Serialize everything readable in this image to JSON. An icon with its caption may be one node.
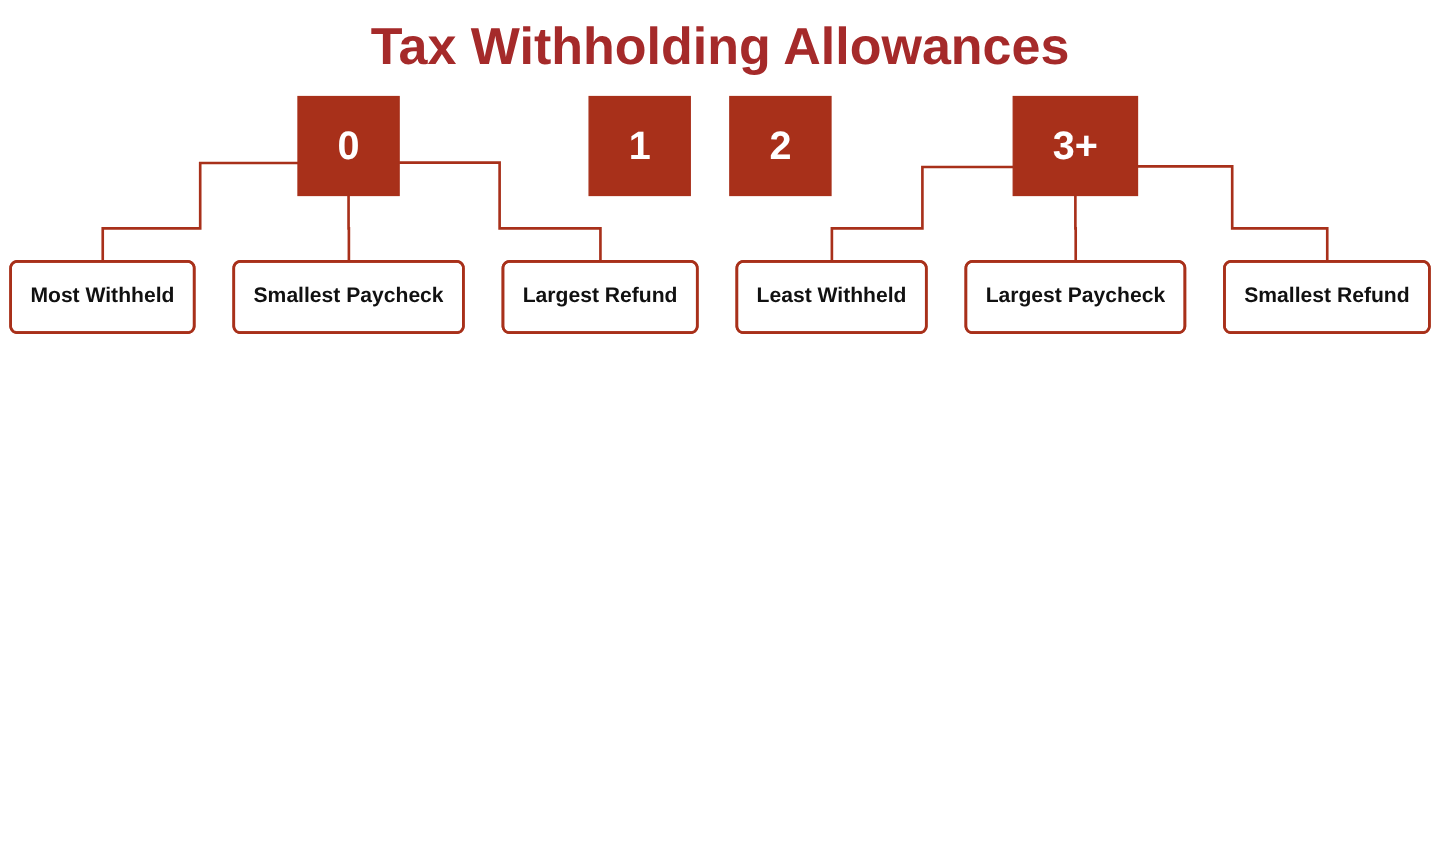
{
  "diagram": {
    "title": "Tax Withholding Allowances",
    "nodes": [
      {
        "text": [
          "0"
        ]
      },
      {
        "text": [
          "1"
        ]
      },
      {
        "text": [
          "2"
        ]
      },
      {
        "text": [
          "3+"
        ]
      },
      {
        "text": [
          "Most Withheld"
        ]
      },
      {
        "text": [
          "Smallest Paycheck"
        ]
      },
      {
        "text": [
          "Largest Refund"
        ]
      },
      {
        "text": [
          "Least Withheld"
        ]
      },
      {
        "text": [
          "Largest Paycheck"
        ]
      },
      {
        "text": [
          "Smallest Refund"
        ]
      }
    ],
    "edges": [
      {
        "from": 0,
        "to": 4,
        "arrow": "none"
      },
      {
        "from": 0,
        "to": 5,
        "arrow": "none"
      },
      {
        "from": 0,
        "to": 6,
        "arrow": "none"
      },
      {
        "from": 3,
        "to": 7,
        "arrow": "none"
      },
      {
        "from": 3,
        "to": 8,
        "arrow": "none"
      },
      {
        "from": 3,
        "to": 9,
        "arrow": "none"
      }
    ]
  }
}
